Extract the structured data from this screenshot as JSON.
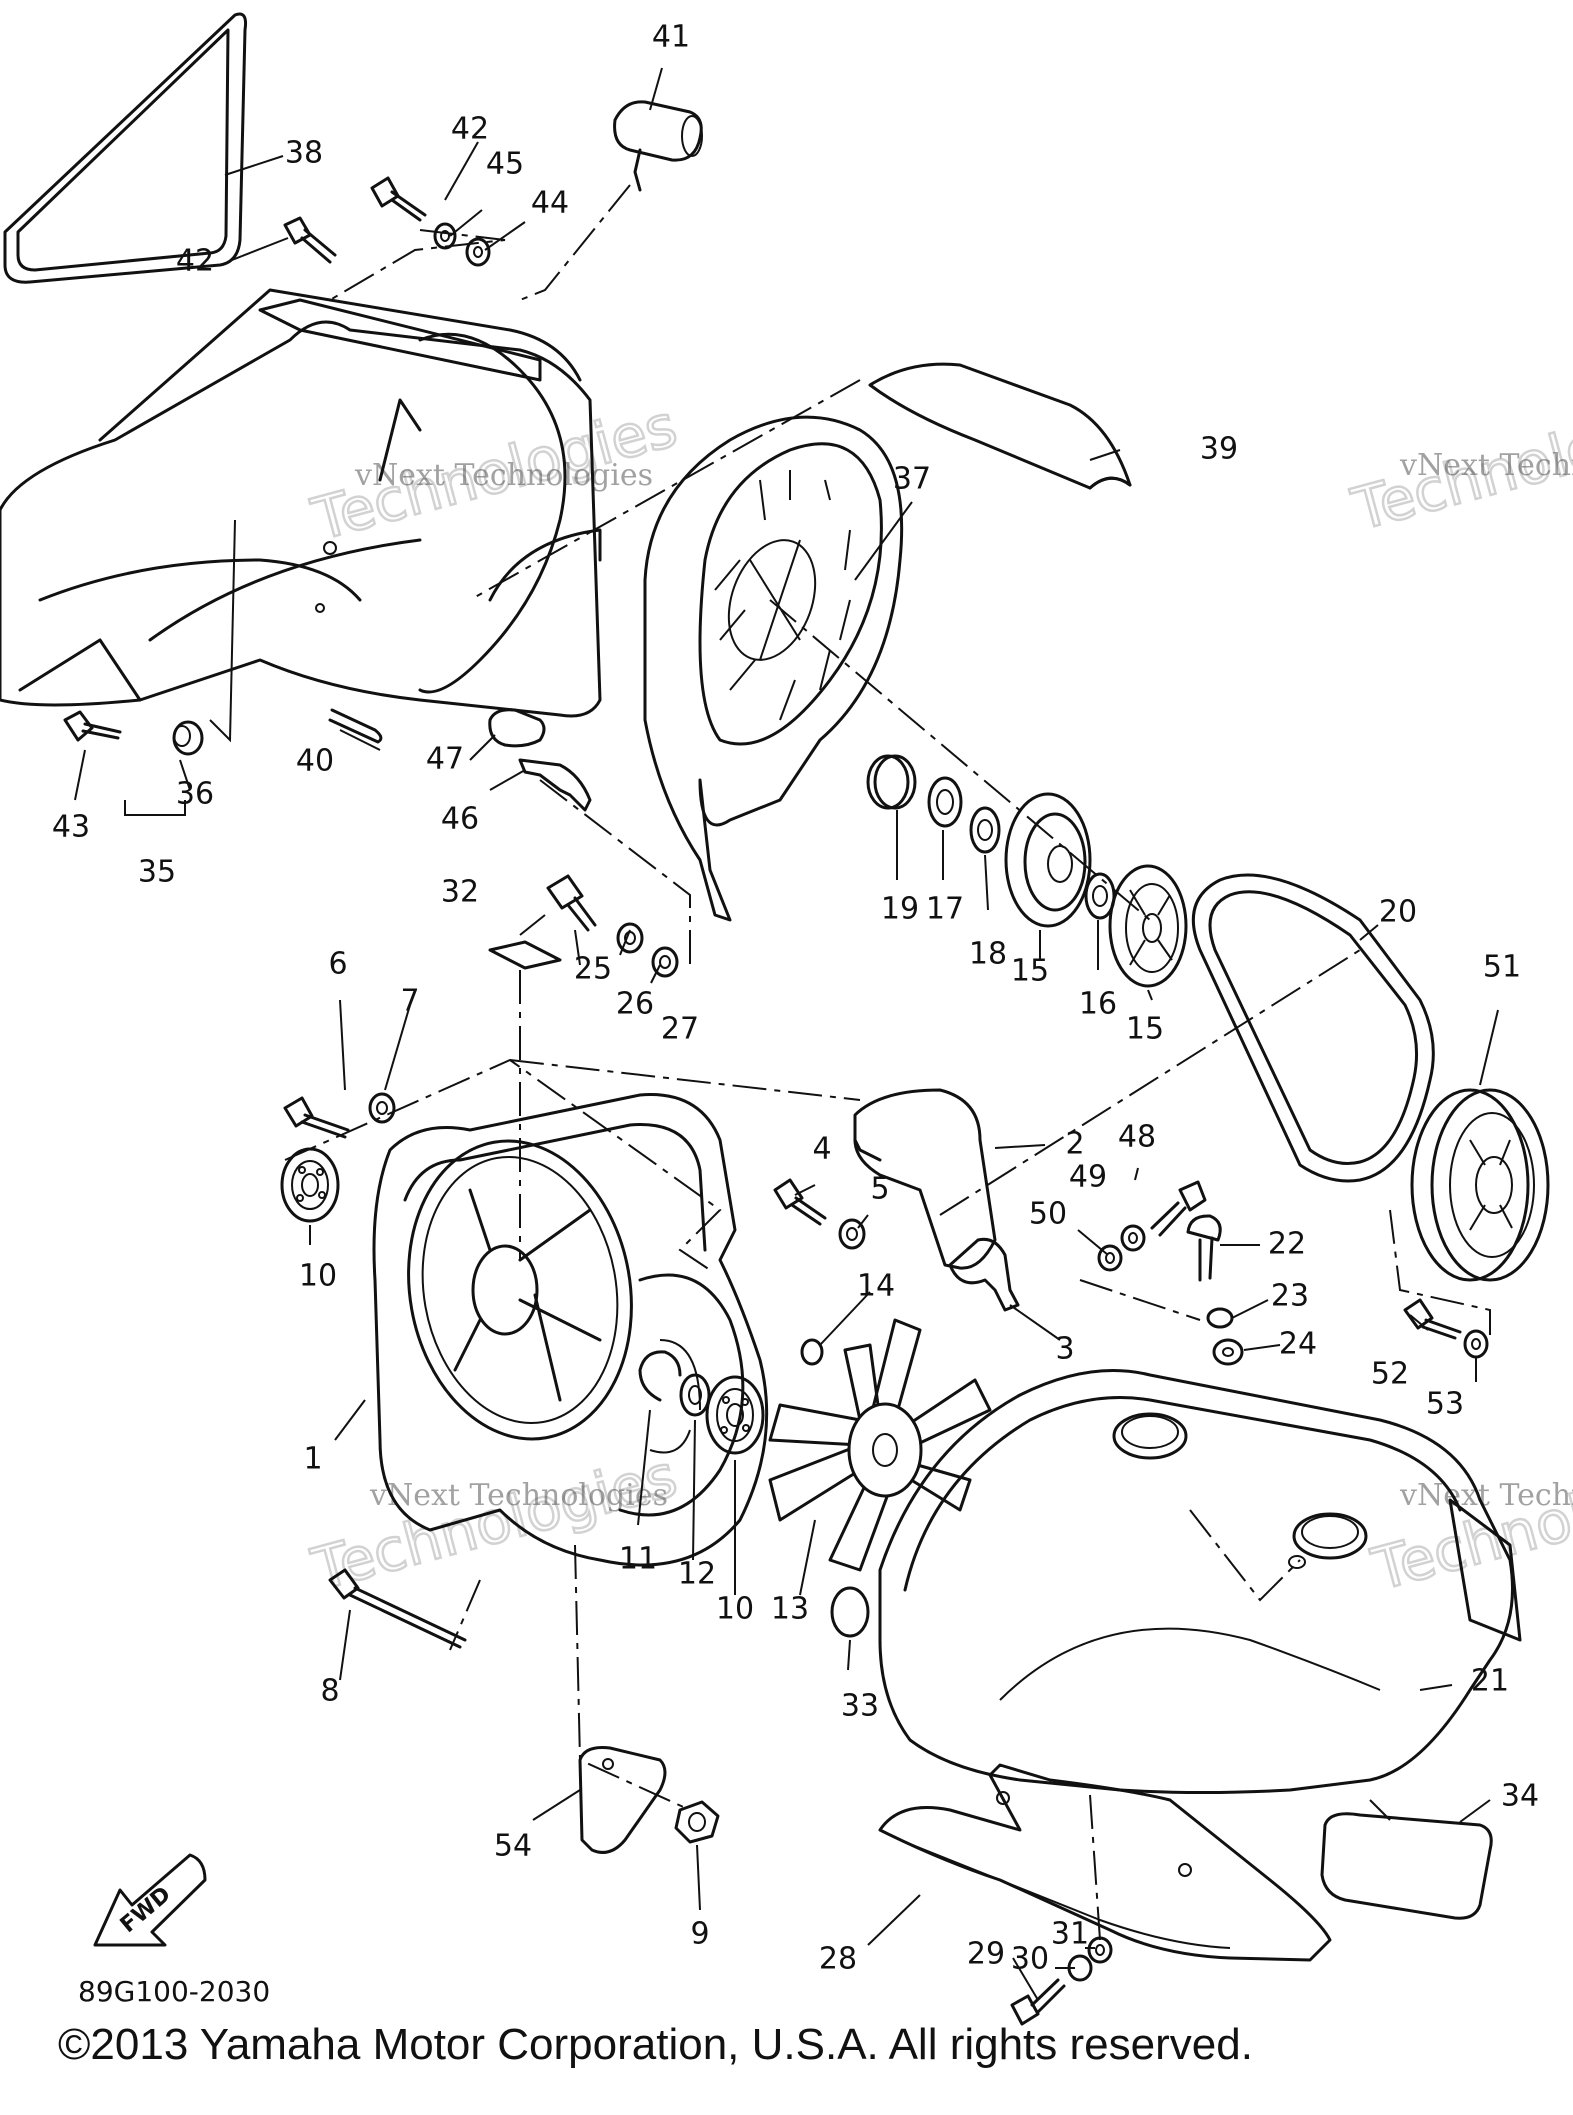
{
  "callouts": [
    "1",
    "2",
    "3",
    "4",
    "5",
    "6",
    "7",
    "8",
    "9",
    "10",
    "10",
    "11",
    "12",
    "13",
    "14",
    "15",
    "15",
    "16",
    "17",
    "18",
    "19",
    "20",
    "21",
    "22",
    "23",
    "24",
    "25",
    "26",
    "27",
    "28",
    "29",
    "30",
    "31",
    "32",
    "33",
    "34",
    "35",
    "36",
    "37",
    "38",
    "39",
    "40",
    "41",
    "42",
    "42",
    "43",
    "44",
    "45",
    "46",
    "47",
    "48",
    "49",
    "50",
    "51",
    "52",
    "53",
    "54"
  ],
  "watermark": {
    "line1": "vNext Technologies",
    "line2": "Technologies"
  },
  "fwd_label": "FWD",
  "diagram_code": "89G100-2030",
  "copyright": "©2013 Yamaha Motor Corporation, U.S.A. All rights reserved.",
  "colors": {
    "ink": "#111111",
    "watermark": "#c8c8c8",
    "background": "#ffffff"
  }
}
